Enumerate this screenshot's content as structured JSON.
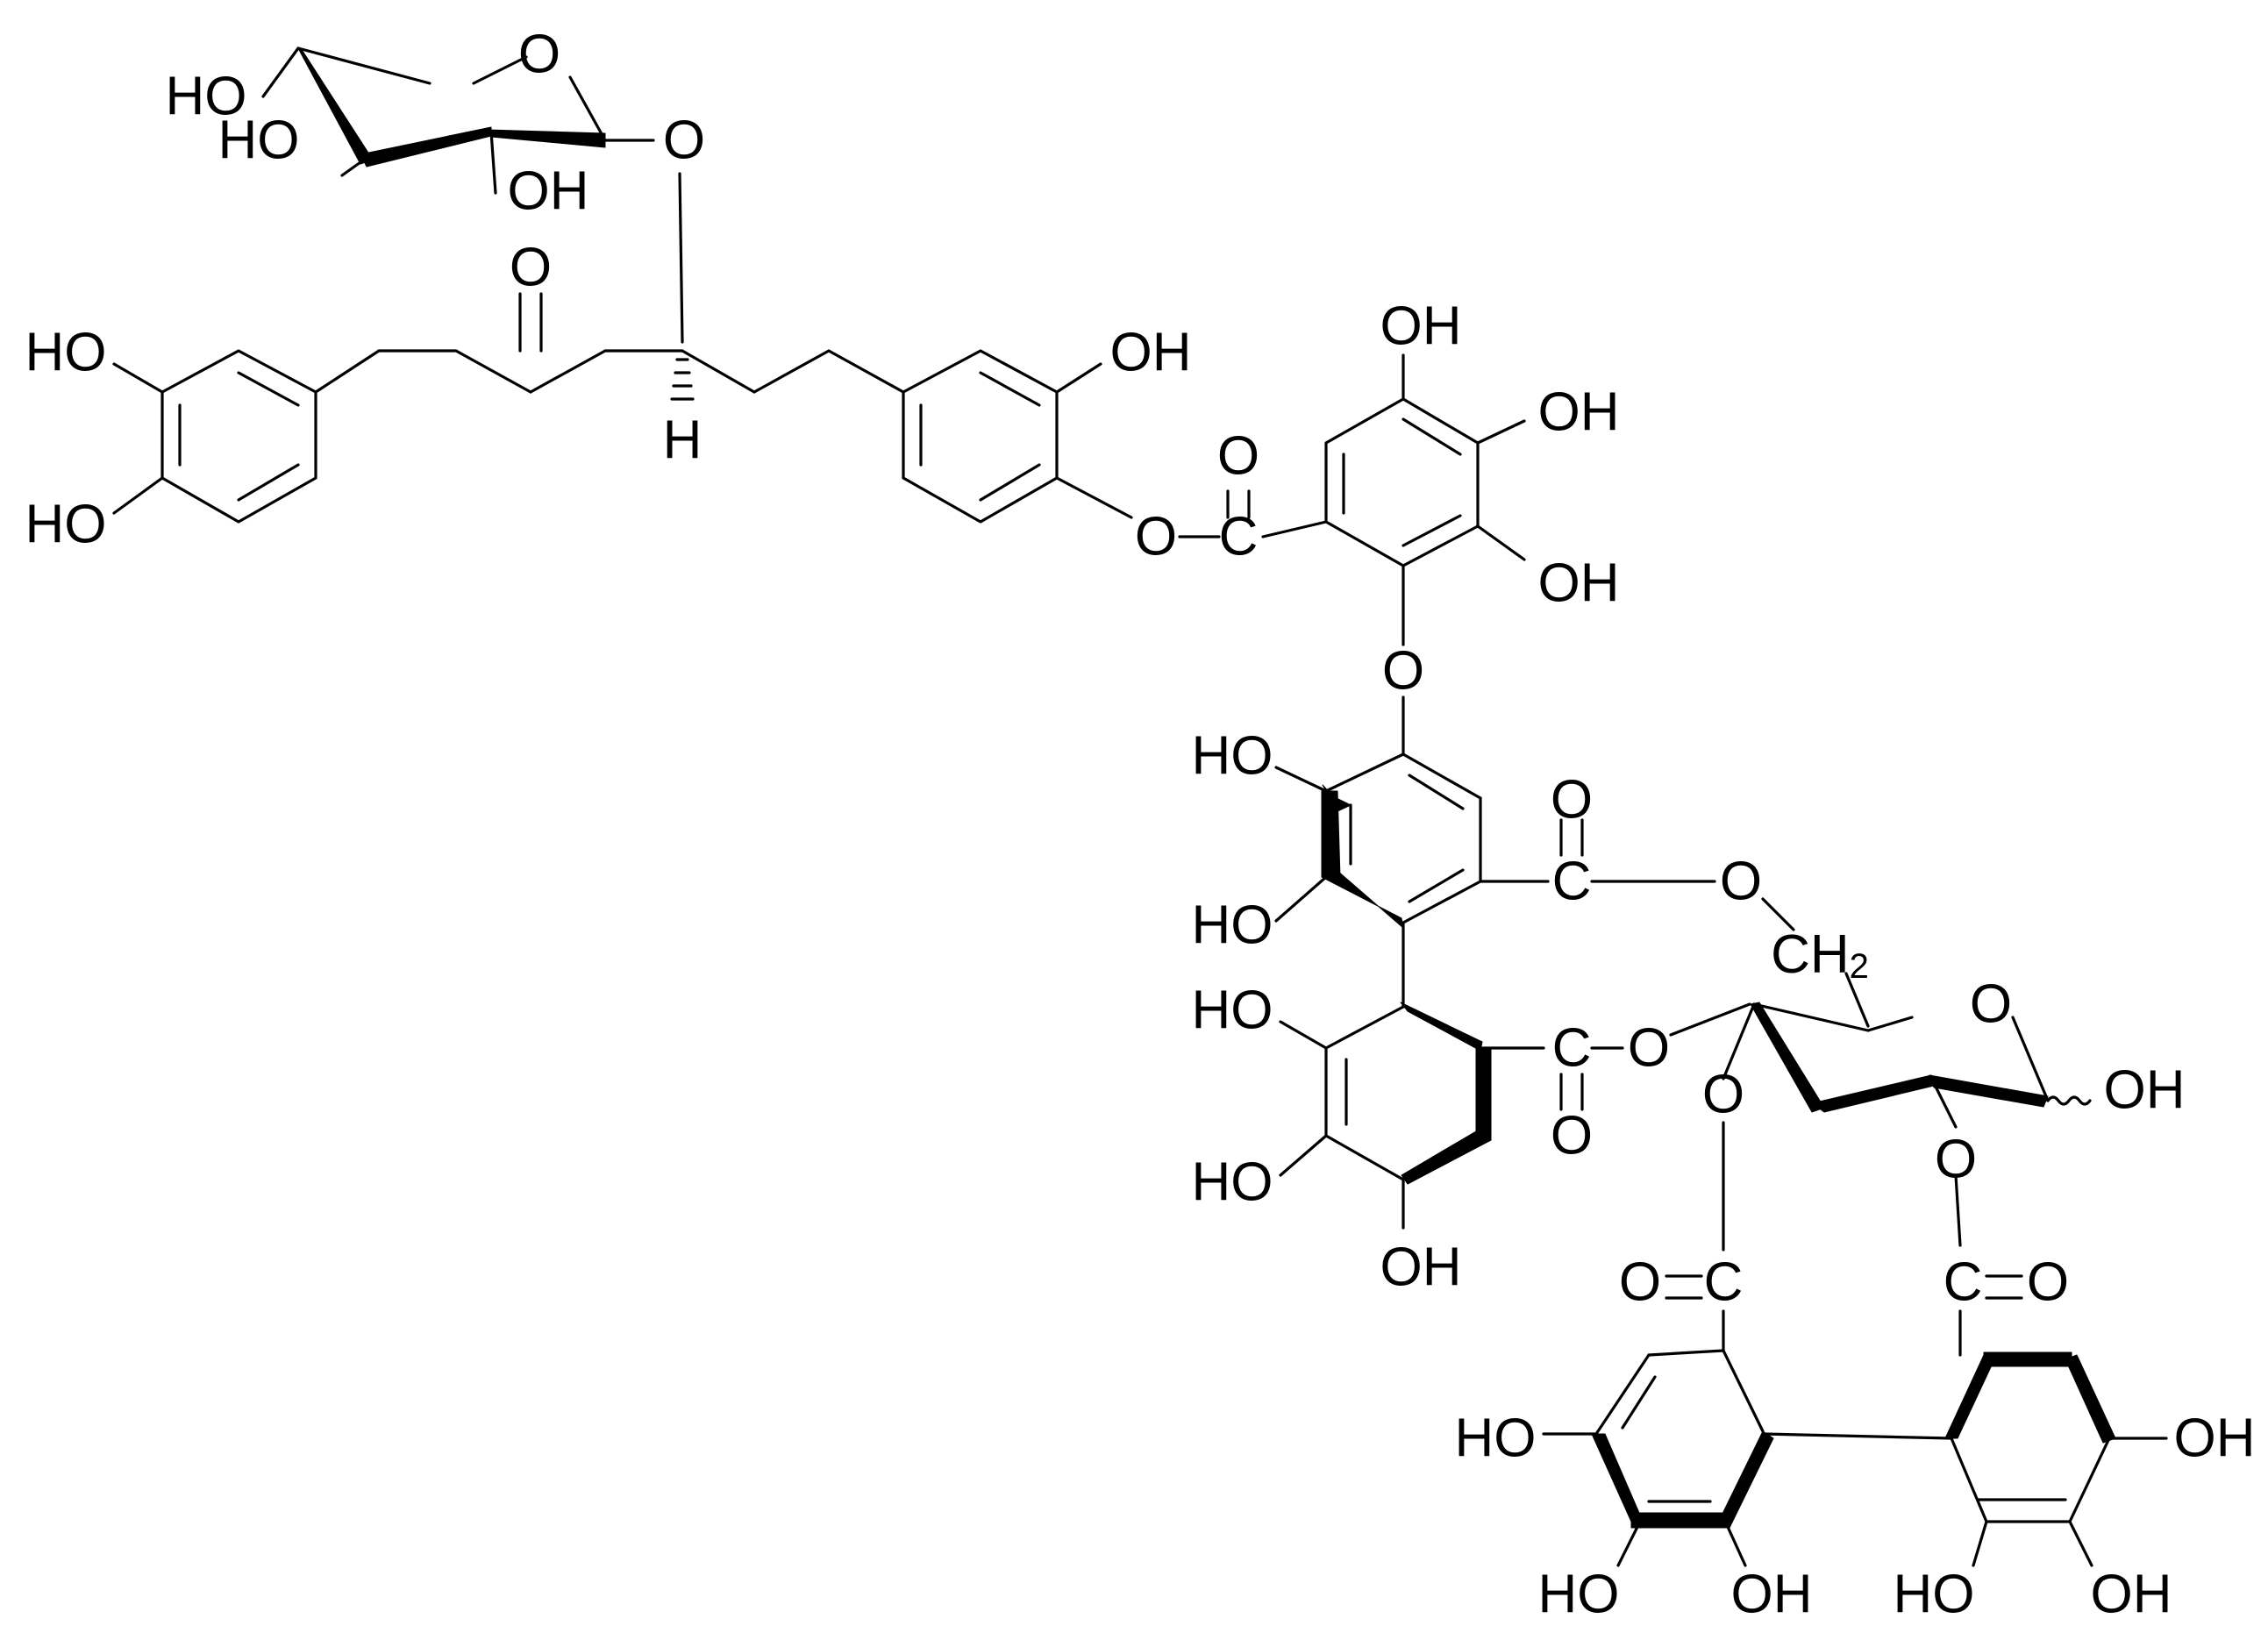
{
  "labels": {
    "xylose_ring_o": "O",
    "xylose_oh_4": "HO",
    "xylose_oh_3": "HO",
    "xylose_oh_2": "OH",
    "glycosidic_o": "O",
    "ketone_o": "O",
    "stereo_h": "H",
    "catechol_oh_top": "HO",
    "catechol_oh_bottom": "HO",
    "phenol_oh": "OH",
    "ester1_o": "O",
    "ester1_c": "C",
    "ester1_carbonyl_o": "O",
    "galloyl_oh_top": "OH",
    "galloyl_oh_mid": "OH",
    "galloyl_oh_low": "OH",
    "diaryl_ether_o": "O",
    "hhdp_upper_oh_1": "HO",
    "hhdp_upper_oh_2": "HO",
    "hhdp_upper_ester_c": "C",
    "hhdp_upper_carbonyl_o": "O",
    "ch2_o": "O",
    "ch2": "CH",
    "ch2_sub": "2",
    "hhdp_lower_oh_1": "HO",
    "hhdp_lower_oh_2": "HO",
    "hhdp_lower_oh_3": "OH",
    "hhdp_lower_ester_c": "C",
    "hhdp_lower_carbonyl_o": "O",
    "glucose_o4": "O",
    "glucose_ring_o": "O",
    "anomeric_oh": "OH",
    "glucose_o3": "O",
    "glucose_o2": "O",
    "bottom_left_ester_c": "C",
    "bottom_left_carbonyl_o": "O",
    "bottom_right_ester_c": "C",
    "bottom_right_carbonyl_o": "O",
    "bottom_left_oh_1": "HO",
    "bottom_left_oh_2": "HO",
    "bottom_left_oh_3": "OH",
    "bottom_right_oh_1": "OH",
    "bottom_right_oh_2": "HO",
    "bottom_right_oh_3": "OH"
  }
}
